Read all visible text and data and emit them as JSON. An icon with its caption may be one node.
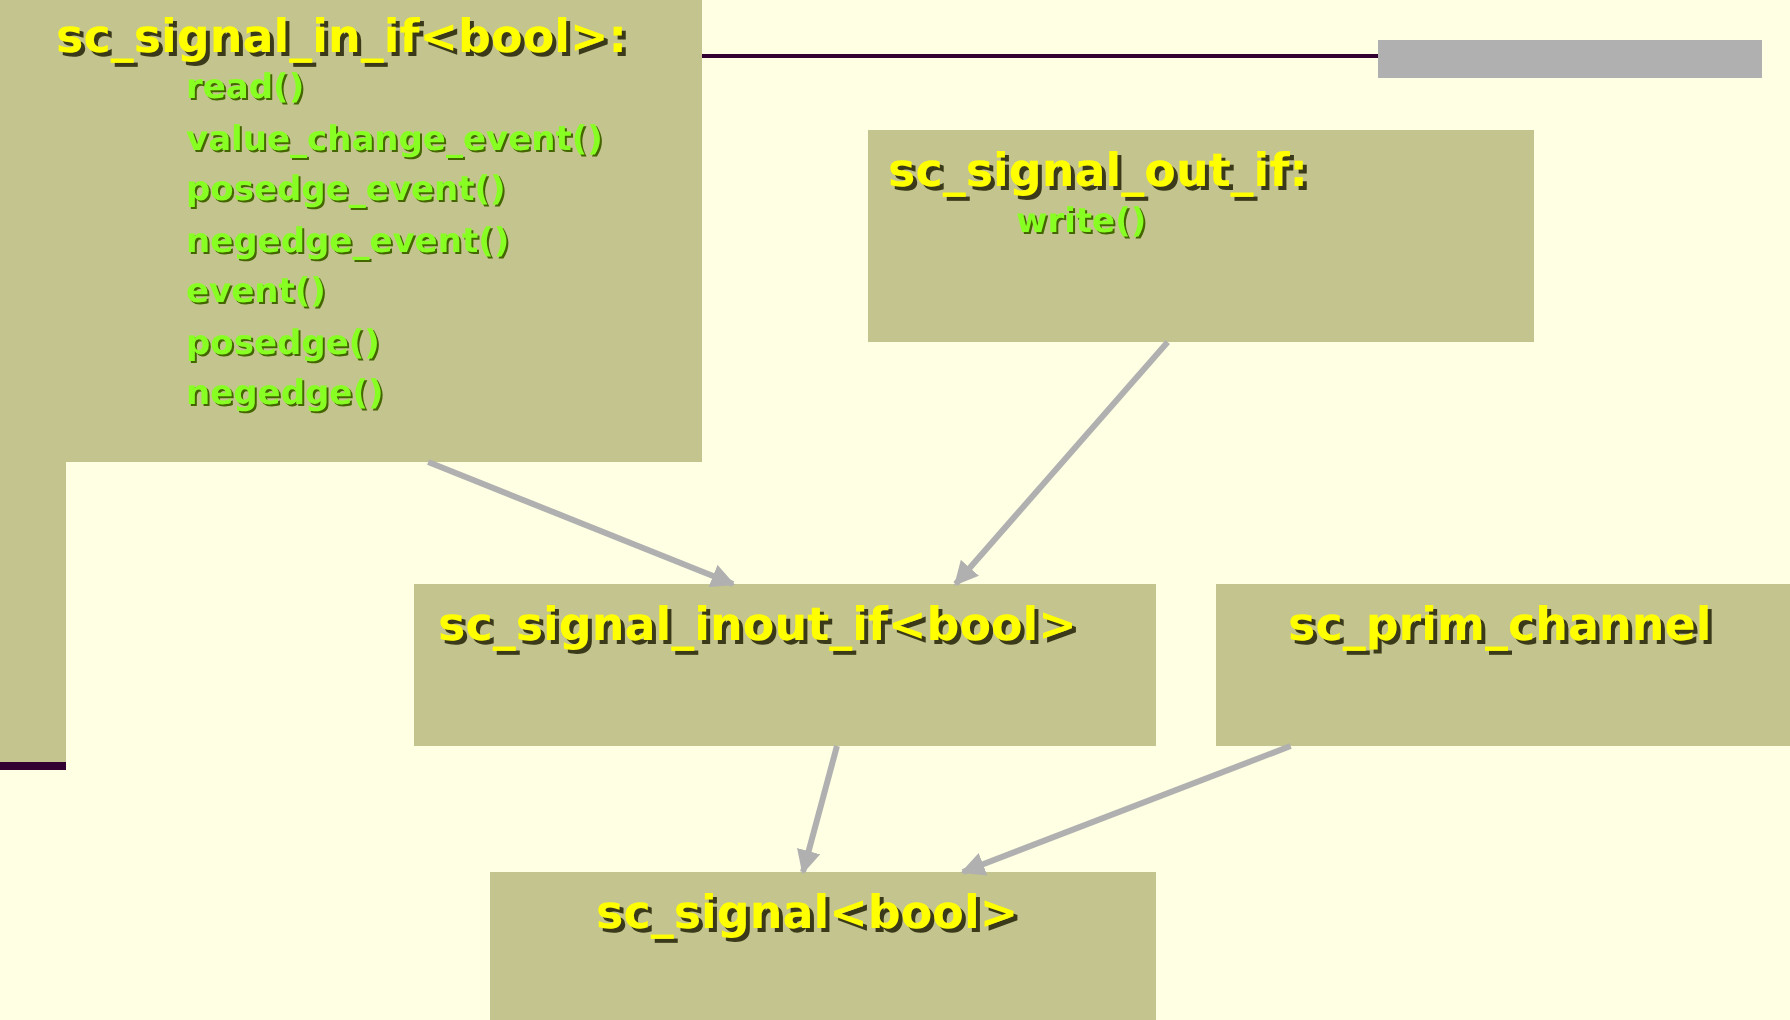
{
  "diagram": {
    "nodes": [
      {
        "text": [
          "sc_signal_in_if<bool>:",
          "read()",
          "value_change_event()",
          "posedge_event()",
          "negedge_event()",
          "event()",
          "posedge()",
          "negedge()"
        ]
      },
      {
        "text": [
          "sc_signal_out_if:",
          "write()"
        ]
      },
      {
        "text": [
          "sc_signal_inout_if<bool>"
        ]
      },
      {
        "text": [
          "sc_prim_channel"
        ]
      },
      {
        "text": [
          "sc_signal<bool>"
        ]
      }
    ],
    "edges": [
      {
        "from": 0,
        "to": 2,
        "arrow": "to"
      },
      {
        "from": 1,
        "to": 2,
        "arrow": "to"
      },
      {
        "from": 2,
        "to": 4,
        "arrow": "to"
      },
      {
        "from": 3,
        "to": 4,
        "arrow": "to"
      }
    ]
  }
}
